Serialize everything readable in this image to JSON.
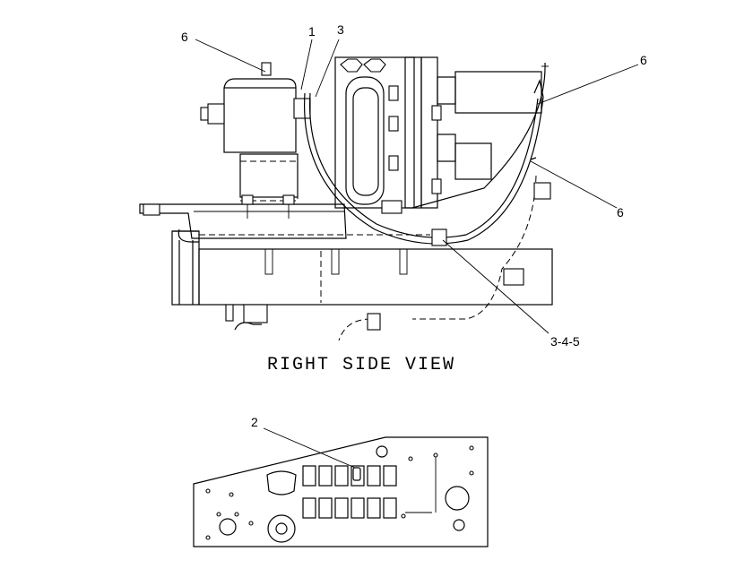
{
  "view_title": "RIGHT SIDE VIEW",
  "callouts": {
    "c1": "1",
    "c2": "2",
    "c3": "3",
    "c6a": "6",
    "c6b": "6",
    "c6c": "6",
    "c345": "3-4-5"
  }
}
